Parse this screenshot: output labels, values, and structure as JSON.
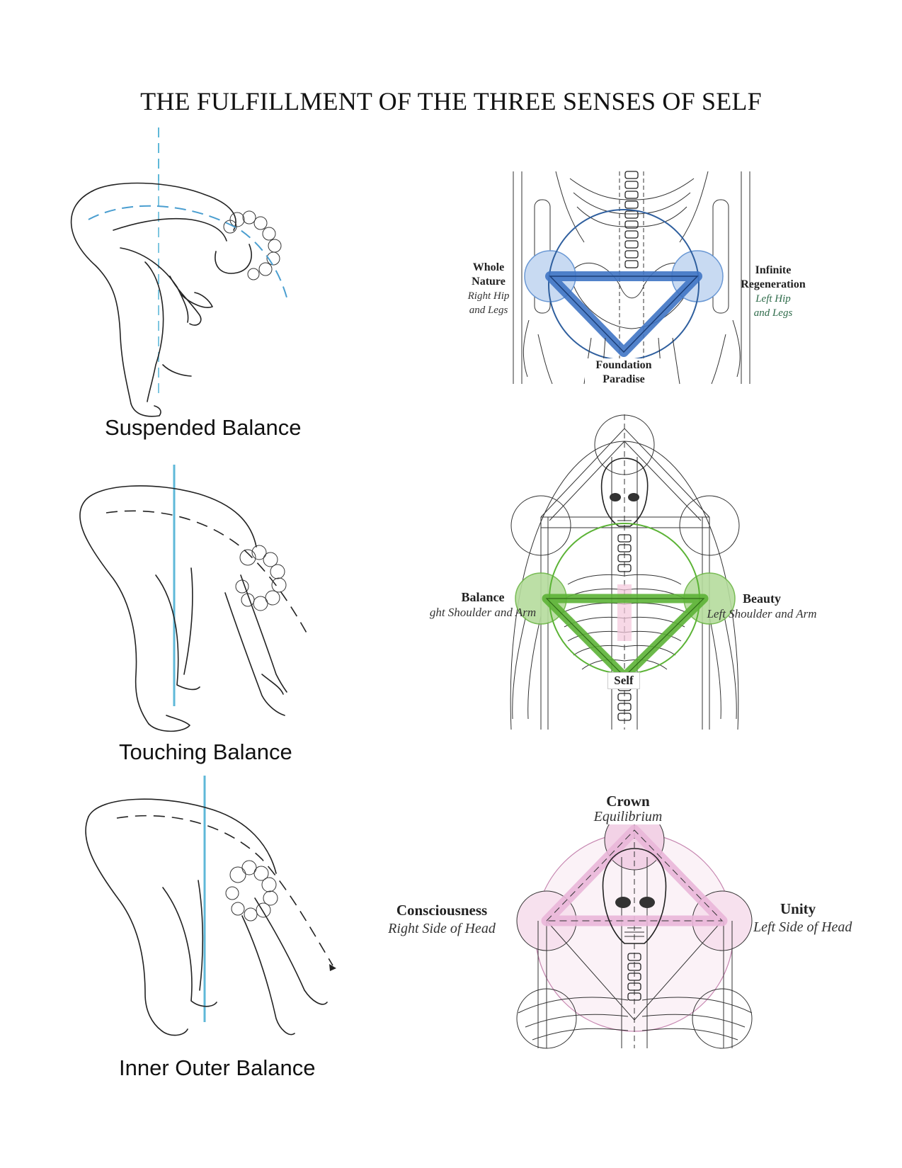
{
  "title": "THE FULFILLMENT OF THE THREE SENSES OF SELF",
  "colors": {
    "blue_accent": "#3f74c4",
    "plumb_line": "#5fb8d8",
    "green_accent": "#5cb336",
    "pink_accent": "#e9b6d8"
  },
  "poses": [
    {
      "caption": "Suspended Balance"
    },
    {
      "caption": "Touching Balance"
    },
    {
      "caption": "Inner Outer Balance"
    }
  ],
  "diagrams": {
    "hips": {
      "left": {
        "title": "Whole",
        "title2": "Nature",
        "sub": "Right Hip",
        "sub2": "and Legs"
      },
      "right": {
        "title": "Infinite",
        "title2": "Regeneration",
        "sub": "Left Hip",
        "sub2": "and Legs"
      },
      "bottom": {
        "title": "Foundation",
        "title2": "Paradise"
      }
    },
    "shoulders": {
      "left": {
        "title": "Balance",
        "sub": "ght Shoulder and Arm"
      },
      "right": {
        "title": "Beauty",
        "sub": "Left Shoulder and Arm"
      },
      "bottom": {
        "title": "Self"
      }
    },
    "head": {
      "top": {
        "title": "Crown",
        "sub": "Equilibrium"
      },
      "left": {
        "title": "Consciousness",
        "sub": "Right Side of Head"
      },
      "right": {
        "title": "Unity",
        "sub": "Left Side of Head"
      }
    }
  }
}
